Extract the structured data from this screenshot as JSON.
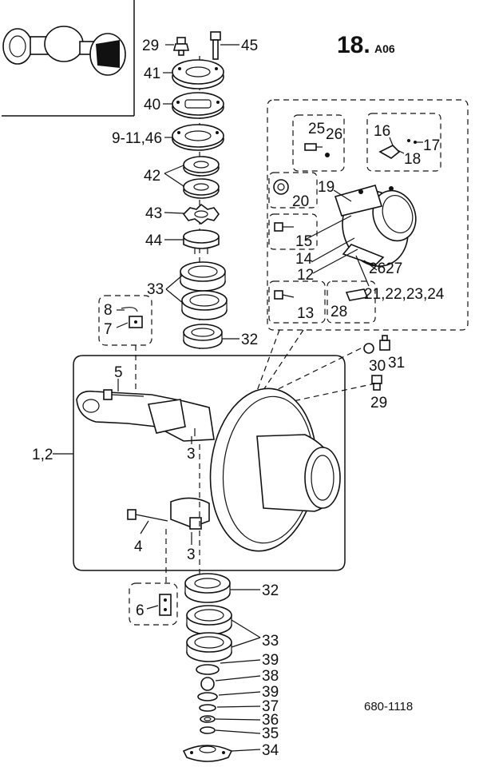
{
  "header": {
    "section_number": "18.",
    "section_suffix": "A06"
  },
  "footer": {
    "drawing_ref": "680-1118"
  },
  "callouts": {
    "c29_top": "29",
    "c45": "45",
    "c41": "41",
    "c40": "40",
    "c9_11_46": "9-11,46",
    "c42": "42",
    "c43": "43",
    "c44": "44",
    "c33_top": "33",
    "c8": "8",
    "c7": "7",
    "c32_top": "32",
    "c25": "25",
    "c26_top": "26",
    "c16": "16",
    "c17": "17",
    "c18": "18",
    "c19": "19",
    "c20": "20",
    "c15": "15",
    "c14": "14",
    "c12": "12",
    "c26_27": "2627",
    "c21_24": "21,22,23,24",
    "c13": "13",
    "c28": "28",
    "c30": "30",
    "c31": "31",
    "c29_mid": "29",
    "c5": "5",
    "c1_2": "1,2",
    "c3_top": "3",
    "c4": "4",
    "c3_bottom": "3",
    "c32_bottom": "32",
    "c6": "6",
    "c33_bottom": "33",
    "c39_top": "39",
    "c38": "38",
    "c39_bottom": "39",
    "c37": "37",
    "c36": "36",
    "c35": "35",
    "c34": "34"
  }
}
